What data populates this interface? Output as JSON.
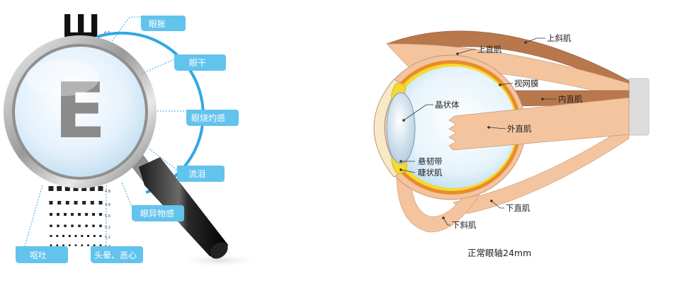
{
  "symptoms": {
    "items": [
      "眼胀",
      "眼干",
      "眼烧灼感",
      "流泪",
      "眼异物感",
      "呕吐",
      "头晕、恶心"
    ]
  },
  "eye_chart": {
    "top_letter": "Ш",
    "big_letter": "E",
    "row_values": [
      "4.0",
      "4.8",
      "4.9",
      "5.0",
      "5.1",
      "5.2",
      "5.3"
    ]
  },
  "eye_anatomy": {
    "labels": {
      "superior_oblique": "上斜肌",
      "superior_rectus": "上直肌",
      "retina": "视网膜",
      "medial_rectus": "内直肌",
      "lens": "晶状体",
      "lateral_rectus": "外直肌",
      "zonule": "悬韧带",
      "ciliary_muscle": "睫状肌",
      "inferior_rectus": "下直肌",
      "inferior_oblique": "下斜肌"
    },
    "caption": "正常眼轴24mm"
  },
  "colors": {
    "tag_blue": "#62c3ec",
    "muscle": "#f3c49e",
    "muscle_dark": "#b9774c",
    "retina_orange": "#e98c2b",
    "ciliary_yellow": "#f6d92f"
  }
}
